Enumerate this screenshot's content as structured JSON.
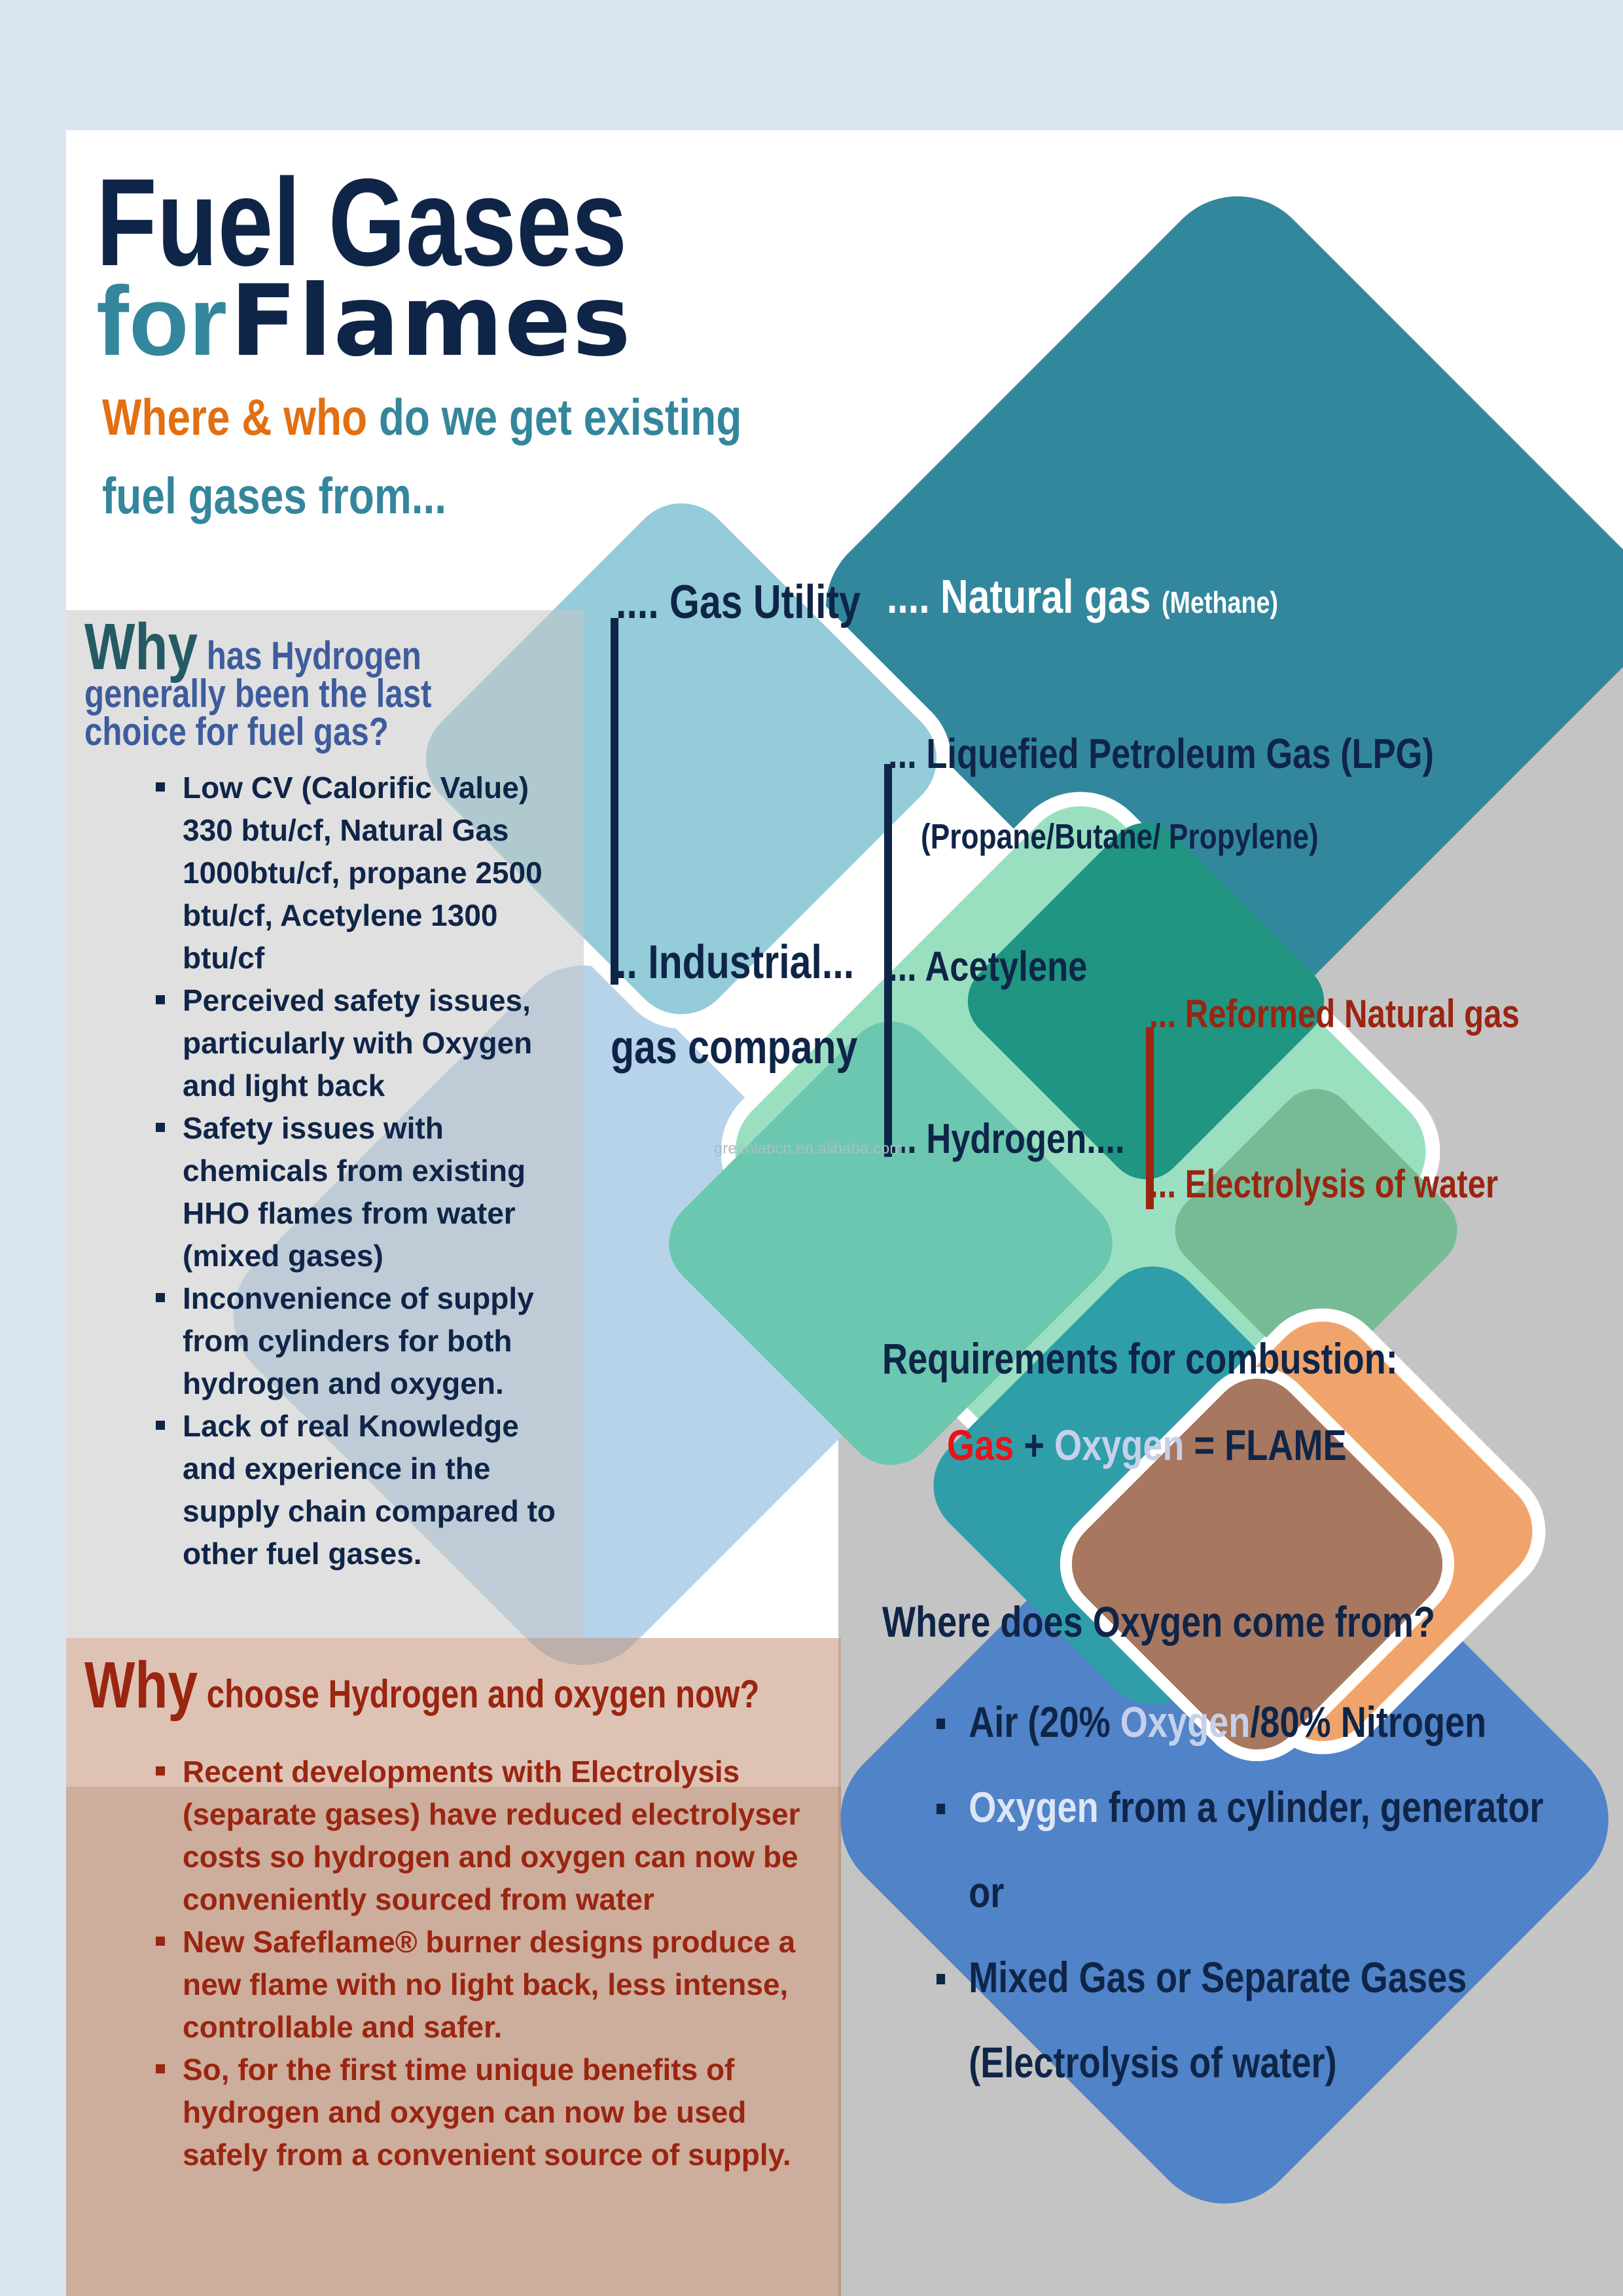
{
  "poster": {
    "title_line1": "Fuel Gases",
    "title_for": "for",
    "title_flames": "Flames",
    "subtitle_part1": "Where & who",
    "subtitle_part2": " do we get existing",
    "subtitle_line2": "fuel gases from...",
    "watermark": "greenlabcn.en.alibaba.com"
  },
  "sources": {
    "gas_utility": ".... Gas Utility",
    "natural_gas": ".... Natural gas",
    "methane": "(Methane)",
    "lpg": "... Liquefied Petroleum Gas (LPG)",
    "lpg_sub": "(Propane/Butane/ Propylene)",
    "industrial": ".. Industrial...",
    "gas_company": "gas company",
    "acetylene": "... Acetylene",
    "hydrogen": "... Hydrogen....",
    "reformed": "... Reformed Natural gas",
    "electrolysis": "... Electrolysis of water"
  },
  "why_last": {
    "heading_why": "Why",
    "heading_l1": " has Hydrogen",
    "heading_l2": "generally been the last",
    "heading_l3": "choice for fuel gas?",
    "bullets": [
      "Low CV (Calorific Value) 330 btu/cf, Natural Gas 1000btu/cf, propane 2500 btu/cf, Acetylene 1300 btu/cf",
      "Perceived safety issues, particularly with Oxygen and light back",
      "Safety issues with chemicals from existing HHO flames from water (mixed gases)",
      "Inconvenience of supply from cylinders for both hydrogen and oxygen.",
      "Lack of real Knowledge and experience in the supply chain compared to other fuel gases."
    ]
  },
  "why_now": {
    "heading_why": "Why",
    "heading_rest": " choose Hydrogen and oxygen now?",
    "bullets": [
      "Recent developments with Electrolysis (separate gases) have reduced electrolyser costs so hydrogen and oxygen can now be conveniently sourced from water",
      "New Safeflame® burner designs produce a new flame with no light back, less intense, controllable and safer.",
      "So, for the first time unique benefits of hydrogen and oxygen can now be used safely from a convenient source of supply."
    ]
  },
  "combustion": {
    "heading": "Requirements for combustion:",
    "gas": "Gas",
    "plus": " + ",
    "oxygen": "Oxygen",
    "equals": " = FLAME"
  },
  "oxygen_source": {
    "heading": "Where does Oxygen come from?",
    "air_pre": "Air (20% ",
    "air_oxygen": "Oxygen",
    "air_post": "/80% Nitrogen",
    "cyl_oxygen": "Oxygen",
    "cyl_post": " from a cylinder, generator",
    "or": "or",
    "mixed": "Mixed Gas or Separate Gases",
    "mixed_sub": "(Electrolysis of water)"
  },
  "colors": {
    "navy": "#0f2548",
    "teal": "#34869c",
    "orange": "#e26f12",
    "red": "#9a2511",
    "background": "#dbe5f1"
  }
}
